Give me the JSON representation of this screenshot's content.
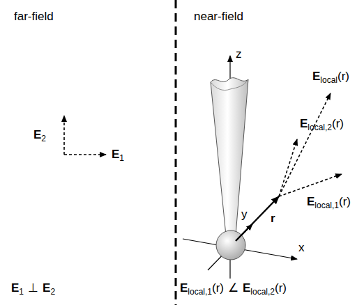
{
  "diagram": {
    "labels": [
      "far-field",
      "near-field",
      "E",
      "2",
      "E",
      "1",
      "z",
      "E",
      "local,2",
      "(r)",
      "E",
      "local",
      "(r)",
      "r",
      "y",
      "E",
      "local,1",
      "(r)",
      "x",
      "E",
      "1",
      "⊥",
      "E",
      "2",
      "E",
      "local,1",
      "(r)",
      "∠",
      "E",
      "local,2",
      "(r)"
    ]
  }
}
